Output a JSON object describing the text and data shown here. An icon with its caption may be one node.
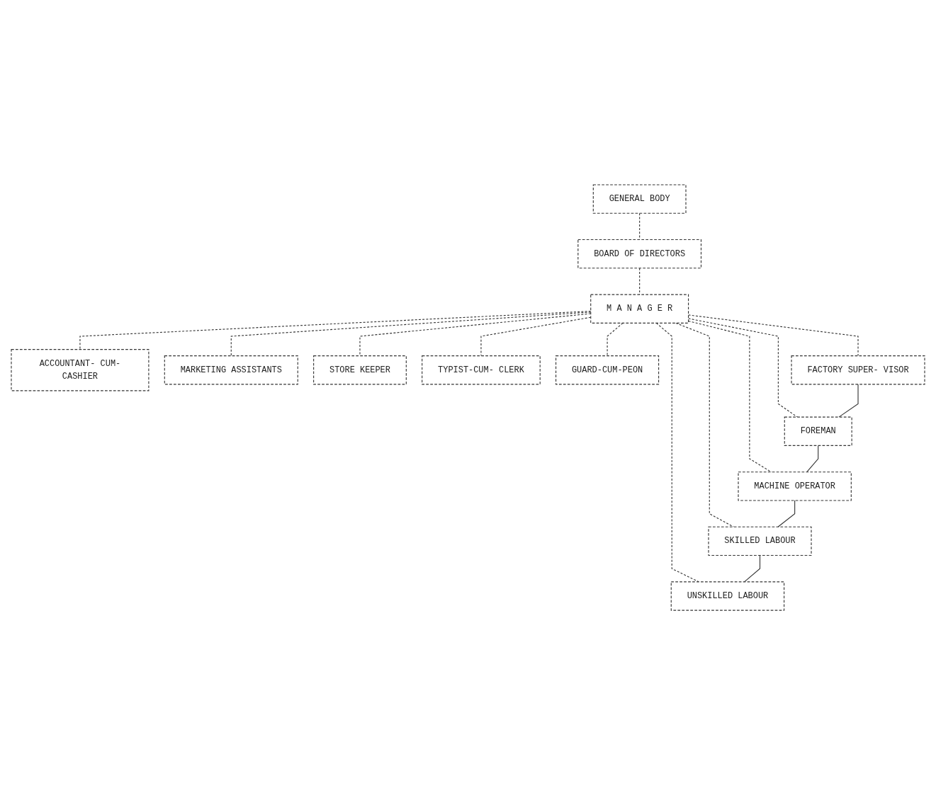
{
  "diagram": {
    "nodes": [
      {
        "text": [
          "GENERAL BODY"
        ]
      },
      {
        "text": [
          "BOARD OF DIRECTORS"
        ]
      },
      {
        "text": [
          "M A N A G E R"
        ]
      },
      {
        "text": [
          "ACCOUNTANT- CUM-CASHIER"
        ]
      },
      {
        "text": [
          "MARKETING ASSISTANTS"
        ]
      },
      {
        "text": [
          "STORE KEEPER"
        ]
      },
      {
        "text": [
          "TYPIST-CUM- CLERK"
        ]
      },
      {
        "text": [
          "GUARD-CUM-PEON"
        ]
      },
      {
        "text": [
          "FACTORY SUPER- VISOR"
        ]
      },
      {
        "text": [
          "FOREMAN"
        ]
      },
      {
        "text": [
          "MACHINE OPERATOR"
        ]
      },
      {
        "text": [
          "SKILLED LABOUR"
        ]
      },
      {
        "text": [
          "UNSKILLED LABOUR"
        ]
      }
    ],
    "edges": [
      {
        "from": 0,
        "to": 1,
        "arrow": "none",
        "style": "dashed"
      },
      {
        "from": 1,
        "to": 2,
        "arrow": "none",
        "style": "dashed"
      },
      {
        "from": 2,
        "to": 3,
        "arrow": "none",
        "style": "dashed"
      },
      {
        "from": 2,
        "to": 4,
        "arrow": "none",
        "style": "dashed"
      },
      {
        "from": 2,
        "to": 5,
        "arrow": "none",
        "style": "dashed"
      },
      {
        "from": 2,
        "to": 6,
        "arrow": "none",
        "style": "dashed"
      },
      {
        "from": 2,
        "to": 7,
        "arrow": "none",
        "style": "dashed"
      },
      {
        "from": 2,
        "to": 8,
        "arrow": "none",
        "style": "dashed"
      },
      {
        "from": 2,
        "to": 9,
        "arrow": "none",
        "style": "dashed"
      },
      {
        "from": 2,
        "to": 10,
        "arrow": "none",
        "style": "dashed"
      },
      {
        "from": 2,
        "to": 11,
        "arrow": "none",
        "style": "dashed"
      },
      {
        "from": 2,
        "to": 12,
        "arrow": "none",
        "style": "dashed"
      },
      {
        "from": 8,
        "to": 9,
        "arrow": "none"
      },
      {
        "from": 9,
        "to": 10,
        "arrow": "none"
      },
      {
        "from": 10,
        "to": 11,
        "arrow": "none"
      },
      {
        "from": 11,
        "to": 12,
        "arrow": "none"
      }
    ]
  }
}
